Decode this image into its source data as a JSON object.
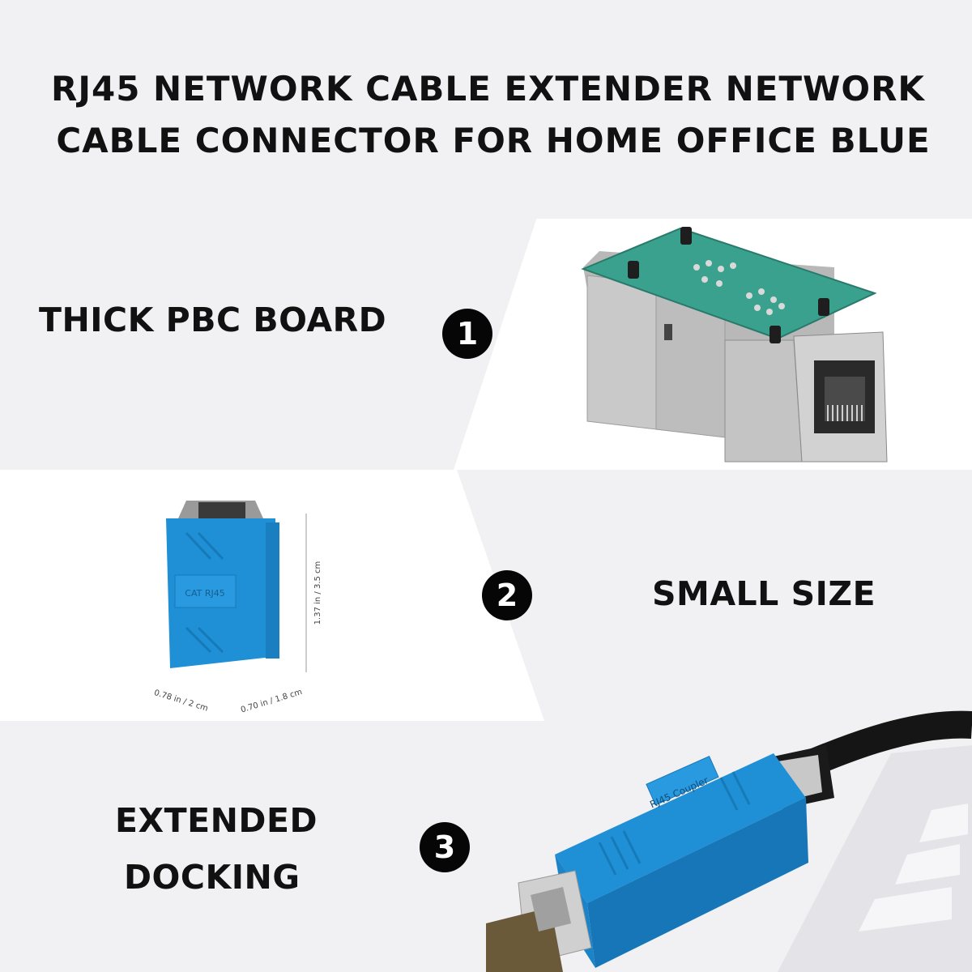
{
  "title": {
    "line1": "RJ45 NETWORK CABLE EXTENDER NETWORK",
    "line2": "CABLE CONNECTOR FOR HOME OFFICE BLUE"
  },
  "features": [
    {
      "number": "1",
      "label": "THICK PBC BOARD"
    },
    {
      "number": "2",
      "label": "SMALL SIZE"
    },
    {
      "number": "3",
      "label_line1": "EXTENDED",
      "label_line2": "DOCKING"
    }
  ],
  "dimensions": {
    "height": "1.37 in / 3.5 cm",
    "width": "0.78 in / 2 cm",
    "depth": "0.70 in / 1.8 cm"
  },
  "product_labels": {
    "side_text": "CAT RJ45",
    "coupler_text": "RJ45 Coupler"
  },
  "colors": {
    "background": "#f1f1f3",
    "panel": "#ffffff",
    "badge": "#060606",
    "coupler_blue": "#1f8fd6",
    "pcb_green": "#3aa18e"
  }
}
